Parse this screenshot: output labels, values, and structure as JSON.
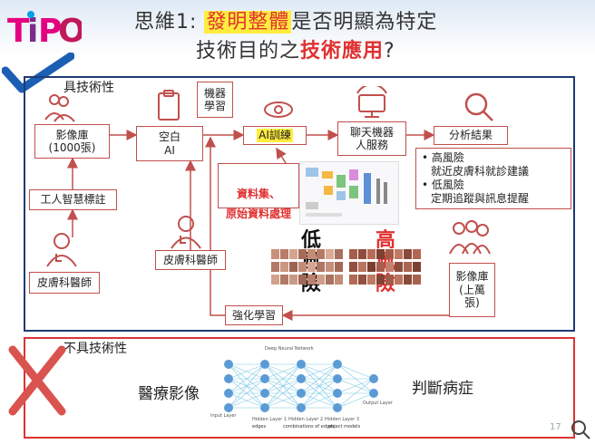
{
  "slide": {
    "title_line1_prefix": "思維1: ",
    "title_line1_highlight": "發明整體",
    "title_line1_suffix": "是否明顯為特定",
    "title_line2_prefix": "技術目的之",
    "title_line2_highlight": "技術應用",
    "title_line2_suffix": "?",
    "logo_text": "TIPO",
    "page_number": "17"
  },
  "technical": {
    "label": "具技術性",
    "image_db": "影像庫\n(1000張)",
    "ai_label": "工人智慧標註",
    "dermatologist": "皮膚科醫師",
    "blank_ai": "空白\nAI",
    "machine_learning": "機器\n學習",
    "ai_training": "AI訓練",
    "dataset_text": "資料集、\n原始資料處理",
    "chatbot": "聊天機器\n人服務",
    "analysis": "分析結果",
    "results": [
      {
        "title": "高風險",
        "detail": "就近皮膚科就診建議"
      },
      {
        "title": "低風險",
        "detail": "定期追蹤與訊息提醒"
      }
    ],
    "low_risk": "低\n風\n險",
    "high_risk": "高\n風\n險",
    "dermatologist2": "皮膚科醫師",
    "image_db_large": "影像庫\n(上萬\n張)",
    "reinforcement": "強化學習"
  },
  "nontechnical": {
    "label": "不具技術性",
    "input": "醫療影像",
    "output": "判斷病症",
    "network_title": "Deep Neural Network",
    "input_layer": "Input Layer",
    "output_layer": "Output Layer",
    "hidden_layers": [
      "Hidden Layer 1",
      "Hidden Layer 2",
      "Hidden Layer 3"
    ],
    "hidden_captions": [
      "edges",
      "combinations of edges",
      "object models"
    ]
  },
  "colors": {
    "accent": "#c0504d",
    "panel_blue": "#1f3b73",
    "check": "#1b5fb4",
    "cross": "#d9534f"
  }
}
